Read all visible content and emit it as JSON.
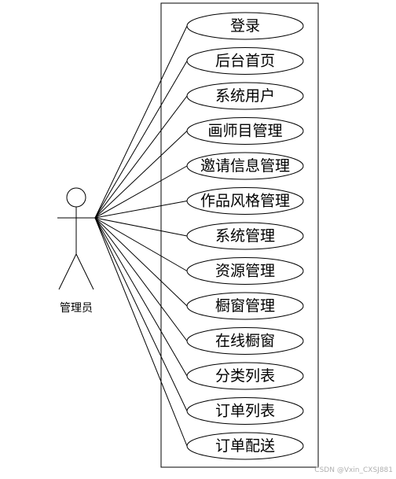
{
  "actor": {
    "label": "管理员"
  },
  "use_cases": [
    "登录",
    "后台首页",
    "系统用户",
    "画师目管理",
    "邀请信息管理",
    "作品风格管理",
    "系统管理",
    "资源管理",
    "橱窗管理",
    "在线橱窗",
    "分类列表",
    "订单列表",
    "订单配送"
  ],
  "watermark": "CSDN @Vxin_CXSJ881",
  "colors": {
    "stroke": "#000000",
    "background": "#ffffff",
    "watermark": "#b0b0b0"
  }
}
